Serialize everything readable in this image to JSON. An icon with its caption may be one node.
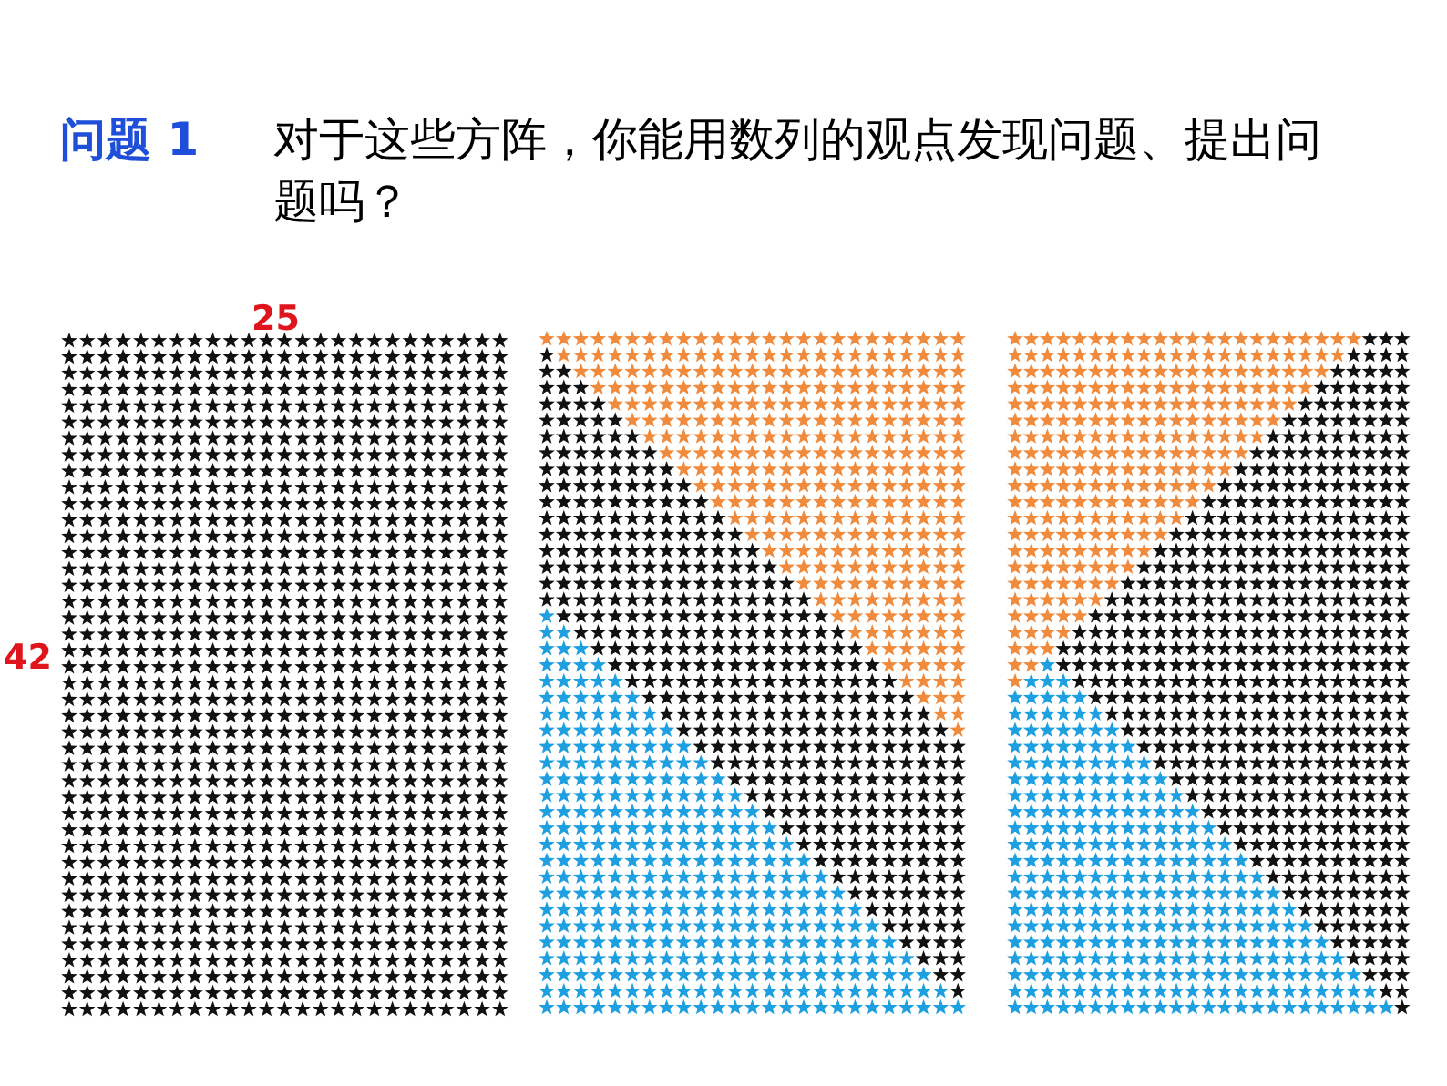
{
  "diagram": {
    "title": "对于这些方阵，你能用数列的观点发现问题、提出问题吗？",
    "labels": [
      "问题 1",
      "25",
      "42"
    ]
  }
}
